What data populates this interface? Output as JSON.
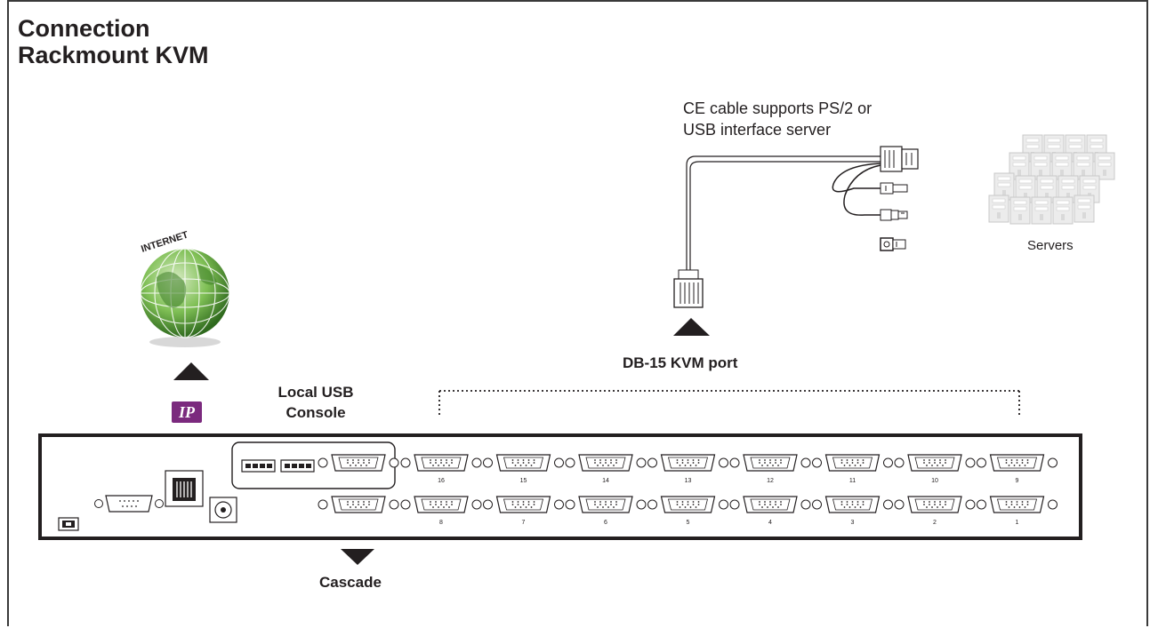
{
  "title": {
    "line1": "Connection",
    "line2": "Rackmount KVM"
  },
  "labels": {
    "ce_cable_line1": "CE cable supports PS/2 or",
    "ce_cable_line2": "USB interface server",
    "servers": "Servers",
    "db15_port": "DB-15 KVM port",
    "local_usb_line1": "Local USB",
    "local_usb_line2": "Console",
    "cascade": "Cascade",
    "internet": "INTERNET",
    "ip_badge": "IP"
  },
  "ports": {
    "top_row": [
      "16",
      "15",
      "14",
      "13",
      "12",
      "11",
      "10",
      "9"
    ],
    "bottom_row": [
      "8",
      "7",
      "6",
      "5",
      "4",
      "3",
      "2",
      "1"
    ]
  },
  "colors": {
    "ip_badge": "#7b2a7e",
    "globe_green": "#5aa33a",
    "outline": "#231f20"
  },
  "icons": [
    "internet-globe-icon",
    "server-rack-icon",
    "ce-cable-icon",
    "arrow-up-icon",
    "arrow-down-icon",
    "vga-port-icon",
    "usb-port-icon",
    "rj45-port-icon",
    "power-jack-icon"
  ]
}
